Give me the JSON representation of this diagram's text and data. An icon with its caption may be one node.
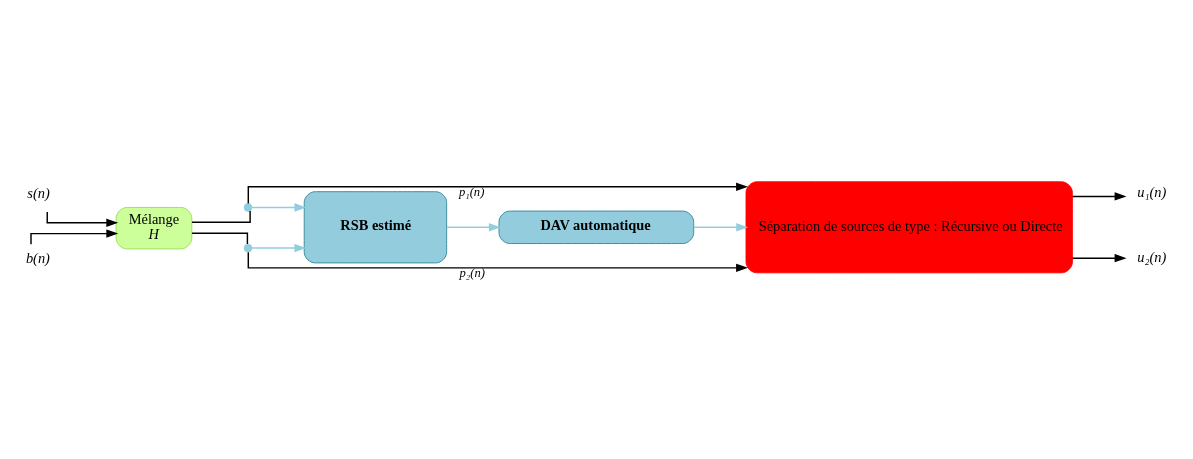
{
  "diagram": {
    "nodes": [
      {
        "text": [
          "s(n)"
        ]
      },
      {
        "text": [
          "b(n)"
        ]
      },
      {
        "text": [
          "Mélange",
          "H"
        ]
      },
      {
        "text": [
          "Séparation de sources de type : Récursive ou Directe"
        ]
      },
      {
        "text": [
          "u₁(n)"
        ]
      },
      {
        "text": [
          "u₂(n)"
        ]
      },
      {
        "text": [
          "RSB estimé"
        ]
      },
      {
        "text": [
          "DAV automatique"
        ]
      },
      {
        "text": [],
        "shape": "circle"
      },
      {
        "text": [],
        "shape": "circle"
      }
    ],
    "edges": [
      {
        "from": 0,
        "to": 2,
        "arrow": "to"
      },
      {
        "from": 1,
        "to": 2,
        "arrow": "to"
      },
      {
        "from": 2,
        "to": 8,
        "arrow": "none"
      },
      {
        "from": 8,
        "to": 3,
        "arrow": "to",
        "label": "p₁(n)"
      },
      {
        "from": 2,
        "to": 9,
        "arrow": "none"
      },
      {
        "from": 9,
        "to": 3,
        "arrow": "to",
        "label": "p₂(n)"
      },
      {
        "from": 3,
        "to": 4,
        "arrow": "to"
      },
      {
        "from": 3,
        "to": 5,
        "arrow": "to"
      },
      {
        "from": 8,
        "to": 6,
        "arrow": "to",
        "color": "#93cddd"
      },
      {
        "from": 9,
        "to": 6,
        "arrow": "to",
        "color": "#93cddd"
      },
      {
        "from": 6,
        "to": 7,
        "arrow": "to",
        "color": "#93cddd"
      },
      {
        "from": 7,
        "to": 3,
        "arrow": "to",
        "color": "#93cddd"
      }
    ]
  }
}
